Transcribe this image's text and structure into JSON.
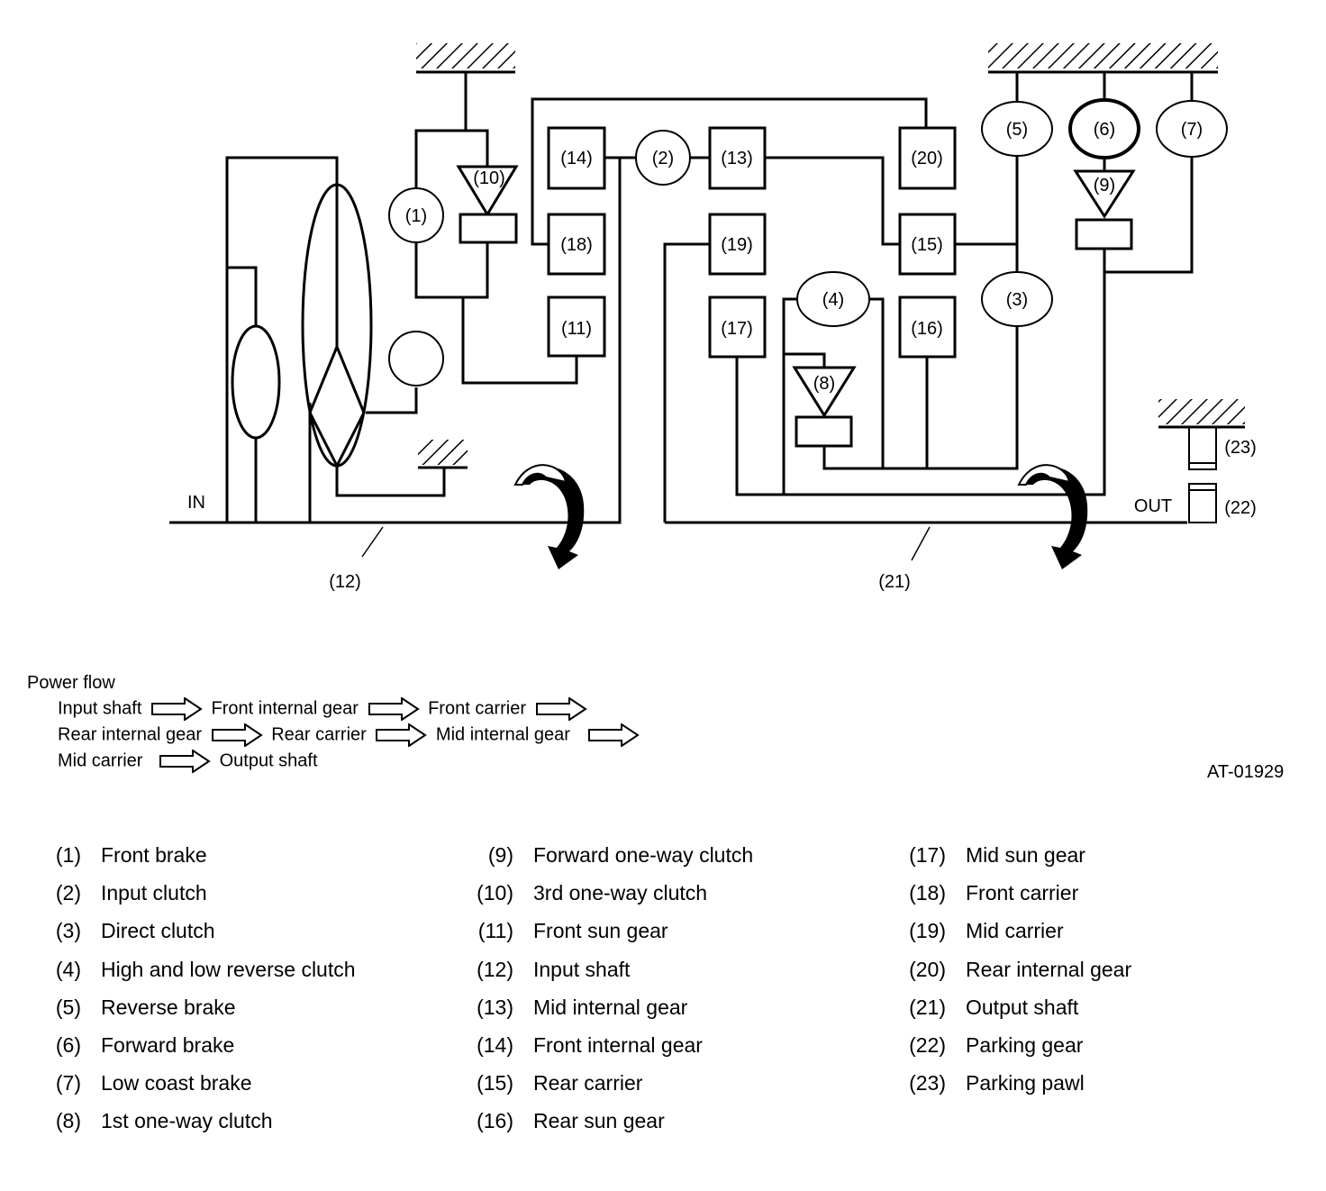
{
  "diagram": {
    "input_label": "IN",
    "output_label": "OUT",
    "labels": {
      "n1": "(1)",
      "n2": "(2)",
      "n3": "(3)",
      "n4": "(4)",
      "n5": "(5)",
      "n6": "(6)",
      "n7": "(7)",
      "n8": "(8)",
      "n9": "(9)",
      "n10": "(10)",
      "n11": "(11)",
      "n12": "(12)",
      "n13": "(13)",
      "n14": "(14)",
      "n15": "(15)",
      "n16": "(16)",
      "n17": "(17)",
      "n18": "(18)",
      "n19": "(19)",
      "n20": "(20)",
      "n21": "(21)",
      "n22": "(22)",
      "n23": "(23)"
    }
  },
  "power_flow": {
    "title": "Power flow",
    "lines": [
      [
        "Input shaft",
        "Front internal gear",
        "Front carrier"
      ],
      [
        "Rear internal gear",
        "Rear carrier",
        "Mid internal gear"
      ],
      [
        "Mid carrier",
        "Output shaft"
      ]
    ]
  },
  "figure_code": "AT-01929",
  "legend": [
    {
      "num": "(1)",
      "name": "Front brake"
    },
    {
      "num": "(2)",
      "name": "Input clutch"
    },
    {
      "num": "(3)",
      "name": "Direct clutch"
    },
    {
      "num": "(4)",
      "name": "High and low reverse clutch"
    },
    {
      "num": "(5)",
      "name": "Reverse brake"
    },
    {
      "num": "(6)",
      "name": "Forward brake"
    },
    {
      "num": "(7)",
      "name": "Low coast brake"
    },
    {
      "num": "(8)",
      "name": "1st one-way clutch"
    },
    {
      "num": "(9)",
      "name": "Forward one-way clutch"
    },
    {
      "num": "(10)",
      "name": "3rd one-way clutch"
    },
    {
      "num": "(11)",
      "name": "Front sun gear"
    },
    {
      "num": "(12)",
      "name": "Input shaft"
    },
    {
      "num": "(13)",
      "name": "Mid internal gear"
    },
    {
      "num": "(14)",
      "name": "Front internal gear"
    },
    {
      "num": "(15)",
      "name": "Rear carrier"
    },
    {
      "num": "(16)",
      "name": "Rear sun gear"
    },
    {
      "num": "(17)",
      "name": "Mid sun gear"
    },
    {
      "num": "(18)",
      "name": "Front carrier"
    },
    {
      "num": "(19)",
      "name": "Mid carrier"
    },
    {
      "num": "(20)",
      "name": "Rear internal gear"
    },
    {
      "num": "(21)",
      "name": "Output shaft"
    },
    {
      "num": "(22)",
      "name": "Parking gear"
    },
    {
      "num": "(23)",
      "name": "Parking pawl"
    }
  ]
}
